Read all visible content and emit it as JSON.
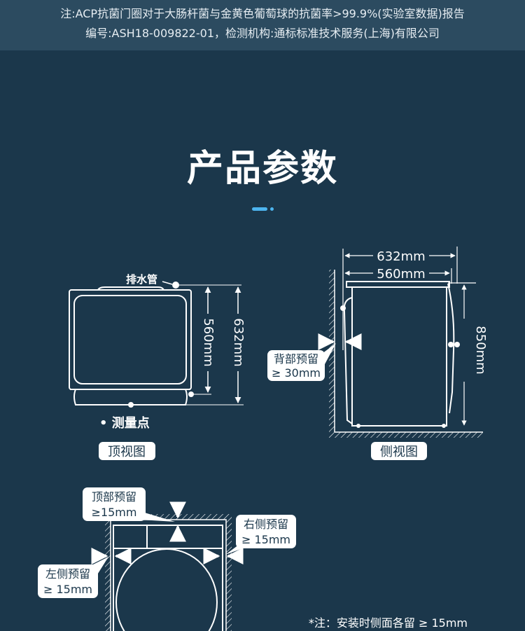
{
  "header_notes": {
    "line1": "注:ACP抗菌门圈对于大肠杆菌与金黄色葡萄球的抗菌率>99.9%(实验室数据)报告",
    "line2": "编号:ASH18-009822-01，检测机构:通标标准技术服务(上海)有限公司"
  },
  "section_title": "产品参数",
  "colors": {
    "background": "#1b374b",
    "band": "#2c4b60",
    "accent": "#4db4ee"
  },
  "top_view": {
    "drain_label": "排水管",
    "depth_body": "560mm",
    "depth_total": "632mm",
    "legend": "• 测量点",
    "caption": "顶视图"
  },
  "side_view": {
    "width_total": "632mm",
    "width_body": "560mm",
    "height": "850mm",
    "back_clearance_line1": "背部预留",
    "back_clearance_line2": "≥ 30mm",
    "caption": "侧视图"
  },
  "front_view": {
    "top_line1": "顶部预留",
    "top_line2": "≥15mm",
    "right_line1": "右侧预留",
    "right_line2": "≥ 15mm",
    "left_line1": "左侧预留",
    "left_line2": "≥ 15mm",
    "footnote": "*注：安装时侧面各留 ≥ 15mm"
  }
}
